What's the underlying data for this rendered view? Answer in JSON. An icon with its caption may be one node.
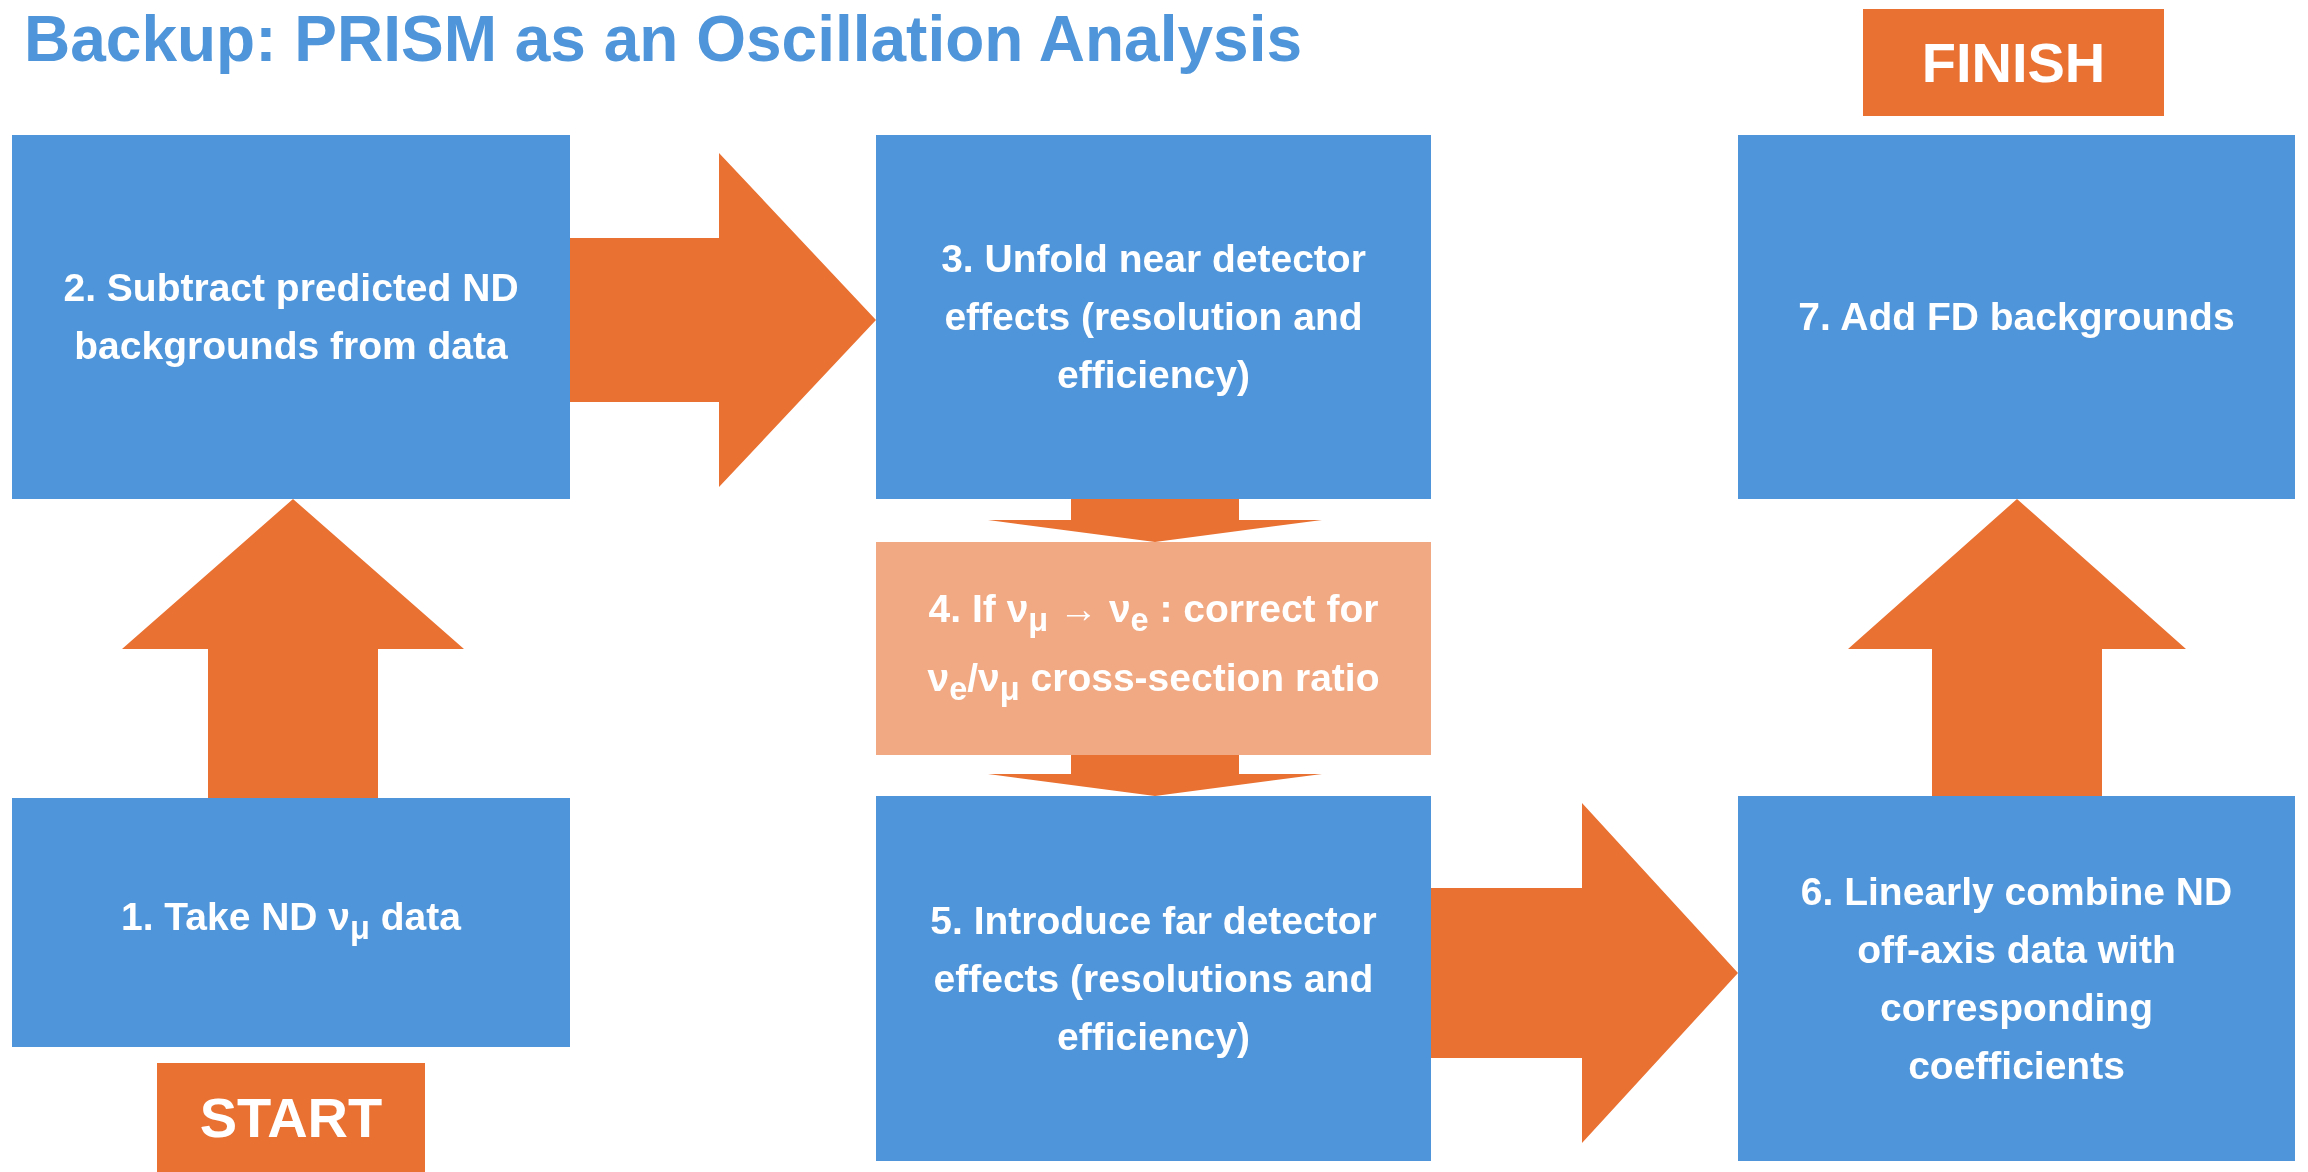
{
  "diagram": {
    "title": "Backup: PRISM as an Oscillation Analysis",
    "nodes": [
      {
        "text": [
          "1. Take ND ν$_{μ}$ data"
        ]
      },
      {
        "text": [
          "2. Subtract predicted ND backgrounds from data"
        ]
      },
      {
        "text": [
          "3. Unfold near detector effects (resolution and efficiency)"
        ]
      },
      {
        "text": [
          "4. If ν$_{μ}$ → ν$_{e}$ : correct for ν$_{e}$/ν$_{μ}$ cross-section ratio"
        ]
      },
      {
        "text": [
          "5. Introduce far detector effects (resolutions and efficiency)"
        ]
      },
      {
        "text": [
          "6.  Linearly combine ND off-axis data with corresponding coefficients"
        ]
      },
      {
        "text": [
          "7. Add FD backgrounds"
        ]
      },
      {
        "text": [
          "START"
        ]
      },
      {
        "text": [
          "FINISH"
        ]
      }
    ],
    "edges": [
      {
        "from": 0,
        "to": 1,
        "arrow": "to"
      },
      {
        "from": 1,
        "to": 2,
        "arrow": "to"
      },
      {
        "from": 2,
        "to": 3,
        "arrow": "to"
      },
      {
        "from": 3,
        "to": 4,
        "arrow": "to"
      },
      {
        "from": 4,
        "to": 5,
        "arrow": "to"
      },
      {
        "from": 5,
        "to": 6,
        "arrow": "to"
      }
    ]
  }
}
